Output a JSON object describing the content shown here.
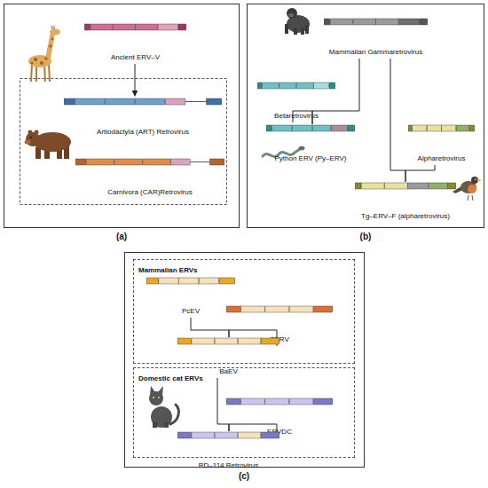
{
  "diagram": {
    "nodes": [
      {
        "text": [
          "Ancient ERV–V"
        ]
      },
      {
        "text": [
          "Artiodactyla (ART) Retrovirus"
        ]
      },
      {
        "text": [
          "Carnivora (CAR)Retrovirus"
        ]
      },
      {
        "text": [
          "Mammalian Gammaretrovirus"
        ]
      },
      {
        "text": [
          "Betaretrovirus"
        ]
      },
      {
        "text": [
          "Python ERV (Py–ERV)"
        ]
      },
      {
        "text": [
          "Alpharetrovirus"
        ]
      },
      {
        "text": [
          "Tg–ERV–F (alpharetrovirus)"
        ]
      },
      {
        "text": [
          "Mammalian ERVs"
        ]
      },
      {
        "text": [
          "PcEV"
        ],
        "in": 8
      },
      {
        "text": [
          "SERV"
        ],
        "in": 8
      },
      {
        "text": [
          "BaEV"
        ],
        "in": 8
      },
      {
        "text": [
          "Domestic cat ERVs"
        ]
      },
      {
        "text": [
          "ERVDC"
        ],
        "in": 12
      },
      {
        "text": [
          "RD–114 Retrovirus"
        ],
        "in": 12
      }
    ],
    "edges": [
      {
        "from": 0,
        "to": 1,
        "arrow": "to"
      },
      {
        "from": 3,
        "to": 5,
        "arrow": "none"
      },
      {
        "from": 4,
        "to": 5,
        "arrow": "none"
      },
      {
        "from": 3,
        "to": 7,
        "arrow": "none"
      },
      {
        "from": 6,
        "to": 7,
        "arrow": "none"
      },
      {
        "from": 9,
        "to": 11,
        "arrow": "none"
      },
      {
        "from": 10,
        "to": 11,
        "arrow": "none"
      },
      {
        "from": 11,
        "to": 14,
        "arrow": "none"
      },
      {
        "from": 13,
        "to": 14,
        "arrow": "none"
      }
    ],
    "labels": [
      "(a)",
      "(b)",
      "(c)"
    ]
  }
}
